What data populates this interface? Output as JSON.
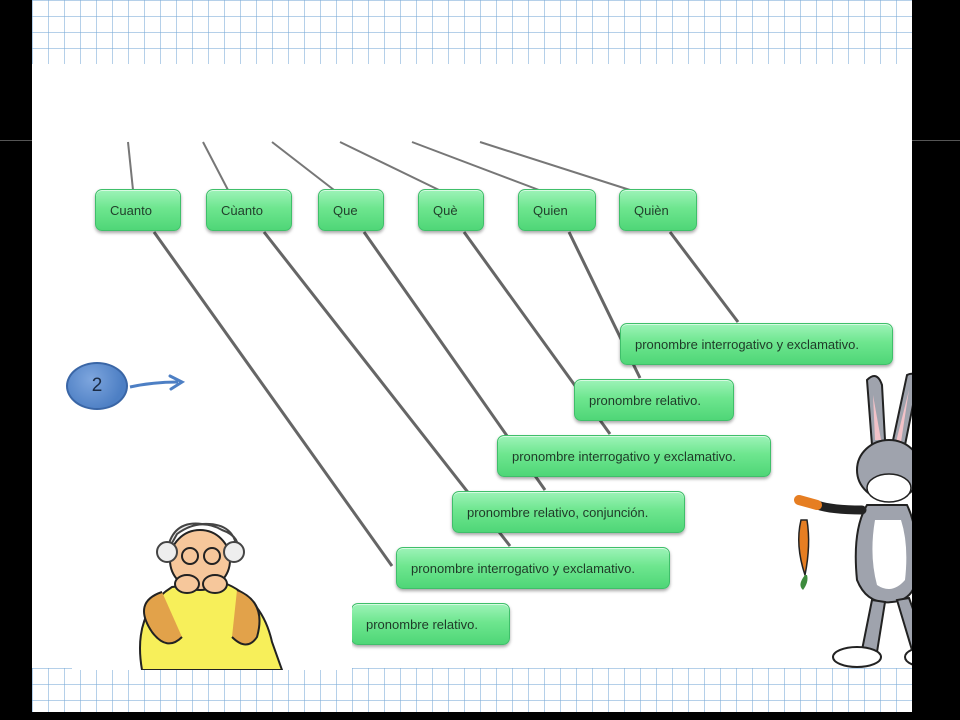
{
  "words": [
    {
      "label": "Cuanto"
    },
    {
      "label": "Cùanto"
    },
    {
      "label": "Que"
    },
    {
      "label": "Què"
    },
    {
      "label": "Quien"
    },
    {
      "label": "Quièn"
    }
  ],
  "definitions": [
    {
      "label": "pronombre interrogativo y exclamativo."
    },
    {
      "label": "pronombre relativo."
    },
    {
      "label": "pronombre interrogativo y exclamativo."
    },
    {
      "label": "pronombre relativo, conjunción."
    },
    {
      "label": "pronombre interrogativo y exclamativo."
    },
    {
      "label": "pronombre relativo."
    }
  ],
  "nav": {
    "page_number": "2"
  },
  "colors": {
    "node_green": "#6ee68f",
    "badge_blue": "#4d7fc4",
    "grid_blue": "#78aad7"
  }
}
